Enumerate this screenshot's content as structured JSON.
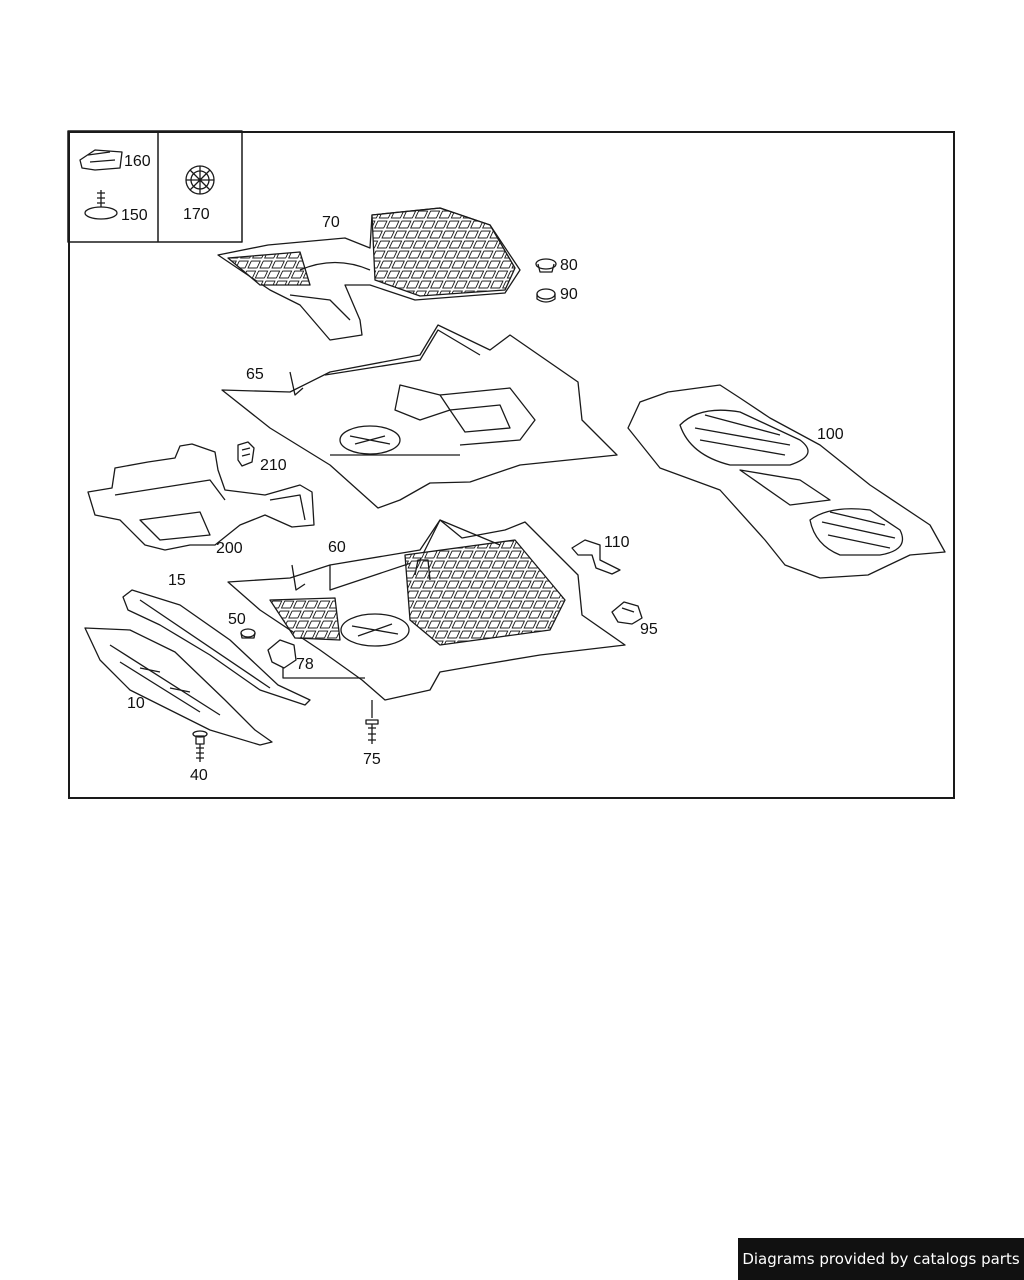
{
  "callouts": {
    "c160": "160",
    "c150": "150",
    "c170": "170",
    "c70": "70",
    "c80": "80",
    "c90": "90",
    "c65": "65",
    "c100": "100",
    "c210": "210",
    "c200": "200",
    "c60": "60",
    "c110": "110",
    "c15": "15",
    "c50": "50",
    "c95": "95",
    "c78": "78",
    "c10": "10",
    "c40": "40",
    "c75": "75"
  },
  "footer": {
    "credit_text": "Diagrams provided by catalogs parts"
  },
  "colors": {
    "line": "#1a1a1a",
    "background": "#ffffff",
    "credit_bg": "#111111"
  }
}
